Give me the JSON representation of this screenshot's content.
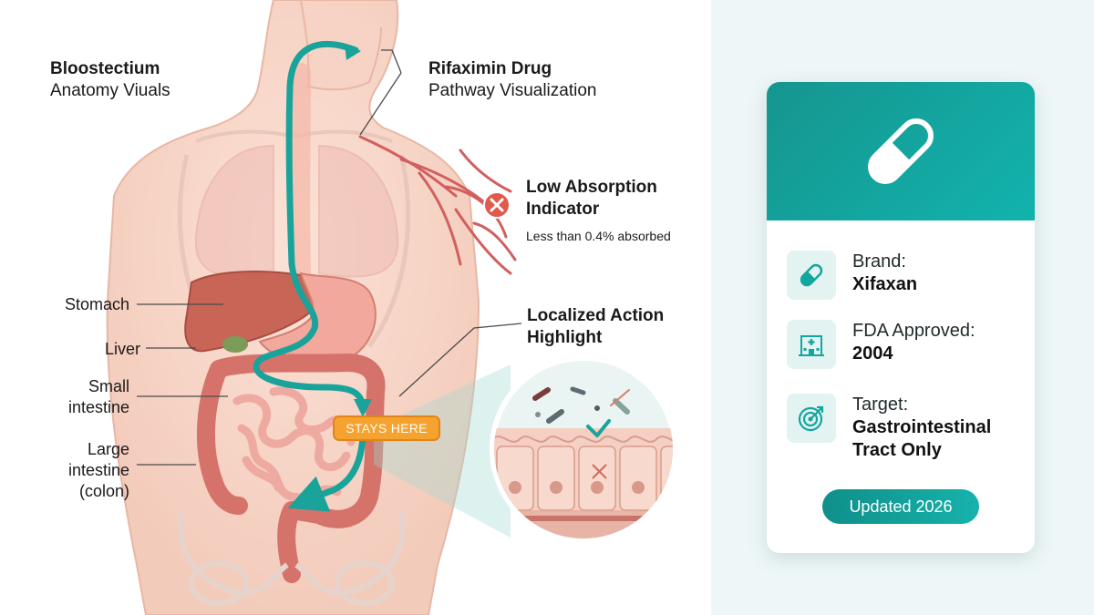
{
  "header": {
    "title_line1": "Bloostectium",
    "title_line2": "Anatomy Viuals"
  },
  "callouts": {
    "pathway_line1": "Rifaximin Drug",
    "pathway_line2": "Pathway Visualization",
    "absorption_line1": "Low Absorption",
    "absorption_line2": "Indicator",
    "absorption_note": "Less than 0.4% absorbed",
    "action_line1": "Localized Action",
    "action_line2": "Highlight",
    "stays_badge": "STAYS HERE"
  },
  "organs": {
    "stomach": "Stomach",
    "liver": "Liver",
    "small_line1": "Small",
    "small_line2": "intestine",
    "large_line1": "Large",
    "large_line2": "intestine",
    "large_line3": "(colon)"
  },
  "card": {
    "brand_label": "Brand:",
    "brand_value": "Xifaxan",
    "fda_label": "FDA Approved:",
    "fda_value": "2004",
    "target_label": "Target:",
    "target_value_line1": "Gastrointestinal",
    "target_value_line2": "Tract Only",
    "updated": "Updated 2026"
  },
  "icons": {
    "header": "capsule-icon",
    "brand": "capsule-icon",
    "fda": "hospital-icon",
    "target": "target-icon",
    "absorption": "x-circle-icon"
  },
  "colors": {
    "teal": "#12a6a0",
    "arrow": "#1aa39a",
    "badge": "#f6a22e",
    "indicator_red": "#e05a4e",
    "panel_bg": "#eef7f7"
  }
}
